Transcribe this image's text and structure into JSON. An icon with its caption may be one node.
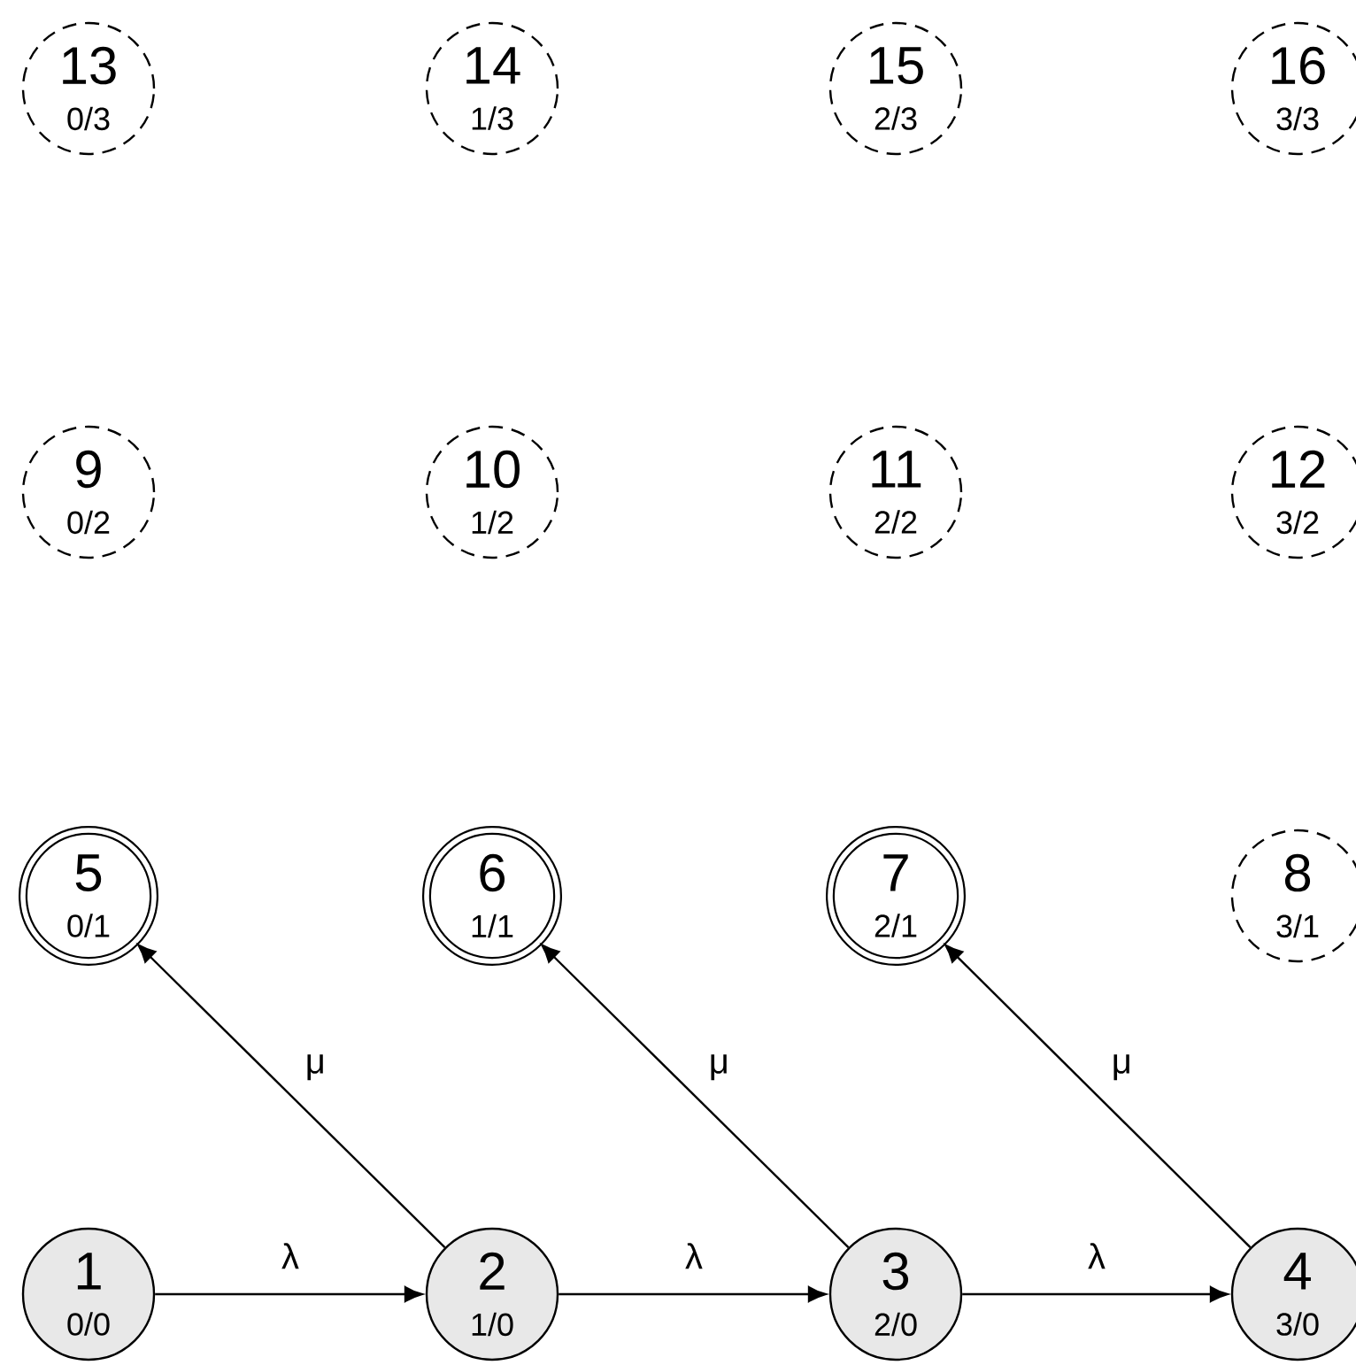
{
  "diagram": {
    "nodes": [
      {
        "text": [
          "13",
          "0/3"
        ]
      },
      {
        "text": [
          "14",
          "1/3"
        ]
      },
      {
        "text": [
          "15",
          "2/3"
        ]
      },
      {
        "text": [
          "16",
          "3/3"
        ]
      },
      {
        "text": [
          "9",
          "0/2"
        ]
      },
      {
        "text": [
          "10",
          "1/2"
        ]
      },
      {
        "text": [
          "11",
          "2/2"
        ]
      },
      {
        "text": [
          "12",
          "3/2"
        ]
      },
      {
        "text": [
          "5",
          "0/1"
        ]
      },
      {
        "text": [
          "6",
          "1/1"
        ]
      },
      {
        "text": [
          "7",
          "2/1"
        ]
      },
      {
        "text": [
          "8",
          "3/1"
        ]
      },
      {
        "text": [
          "1",
          "0/0"
        ]
      },
      {
        "text": [
          "2",
          "1/0"
        ]
      },
      {
        "text": [
          "3",
          "2/0"
        ]
      },
      {
        "text": [
          "4",
          "3/0"
        ]
      }
    ],
    "edges": [
      {
        "from": 12,
        "to": 13,
        "arrow": "to",
        "label": "λ"
      },
      {
        "from": 13,
        "to": 14,
        "arrow": "to",
        "label": "λ"
      },
      {
        "from": 14,
        "to": 15,
        "arrow": "to",
        "label": "λ"
      },
      {
        "from": 13,
        "to": 8,
        "arrow": "to",
        "label": "μ"
      },
      {
        "from": 14,
        "to": 9,
        "arrow": "to",
        "label": "μ"
      },
      {
        "from": 15,
        "to": 10,
        "arrow": "to",
        "label": "μ"
      }
    ]
  }
}
